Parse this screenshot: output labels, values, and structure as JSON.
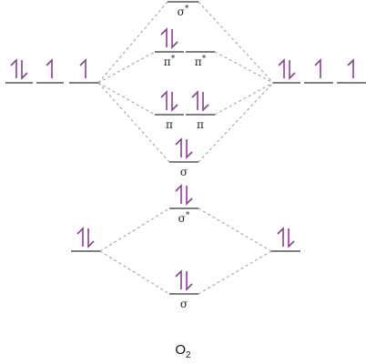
{
  "diagram": {
    "molecule_label": "O",
    "molecule_subscript": "2",
    "colors": {
      "electron": "#8e3b95",
      "level_line": "#333333",
      "connector": "#9a9a9a",
      "label": "#222222"
    },
    "atomic_left": {
      "two_s": {
        "electrons": "paired"
      },
      "two_p": [
        {
          "electrons": "paired"
        },
        {
          "electrons": "single"
        },
        {
          "electrons": "single"
        }
      ]
    },
    "atomic_right": {
      "two_s": {
        "electrons": "paired"
      },
      "two_p": [
        {
          "electrons": "paired"
        },
        {
          "electrons": "single"
        },
        {
          "electrons": "single"
        }
      ]
    },
    "molecular_orbitals": [
      {
        "label": "σ",
        "star": true,
        "electrons": "empty"
      },
      {
        "label": "π",
        "star": true,
        "electrons": "paired"
      },
      {
        "label": "π",
        "star": true,
        "electrons": "empty"
      },
      {
        "label": "π",
        "star": false,
        "electrons": "paired"
      },
      {
        "label": "π",
        "star": false,
        "electrons": "paired"
      },
      {
        "label": "σ",
        "star": false,
        "electrons": "paired"
      },
      {
        "label": "σ",
        "star": true,
        "electrons": "paired"
      },
      {
        "label": "σ",
        "star": false,
        "electrons": "paired"
      }
    ],
    "star_symbol": "*"
  }
}
